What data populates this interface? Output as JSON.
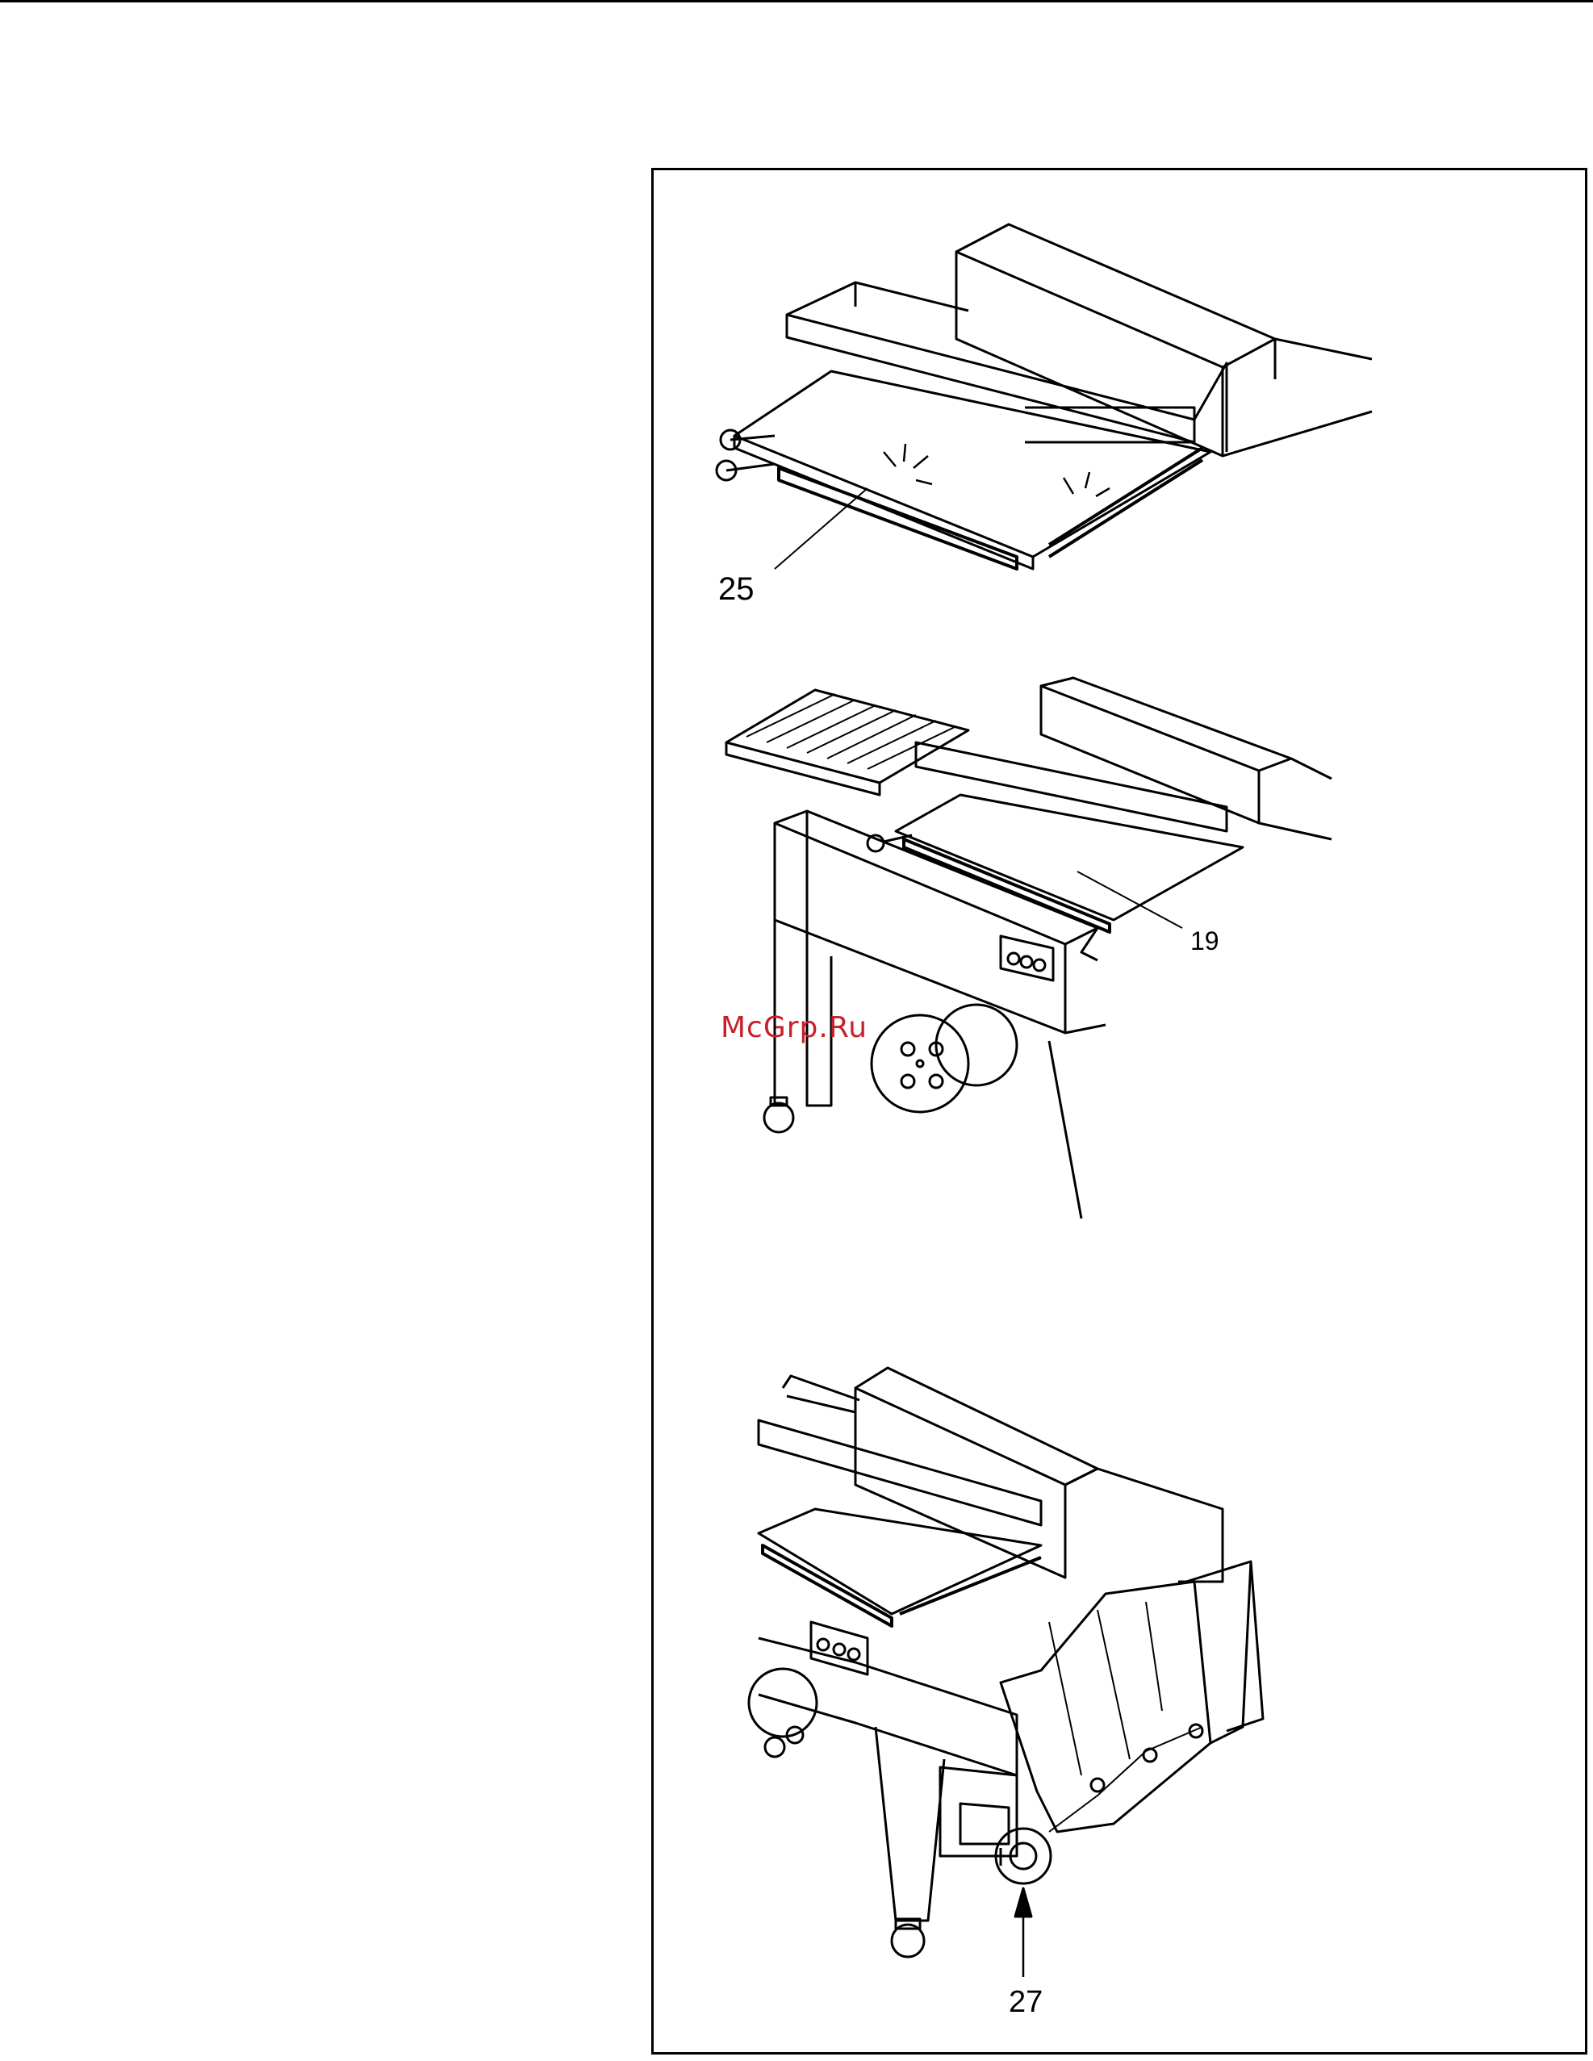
{
  "figure": {
    "callouts": {
      "sealing_bar_label": "25",
      "conveyor_label": "19",
      "film_roll_label": "27"
    }
  },
  "watermark": {
    "text": "McGrp.Ru",
    "color": "#c8202a"
  }
}
